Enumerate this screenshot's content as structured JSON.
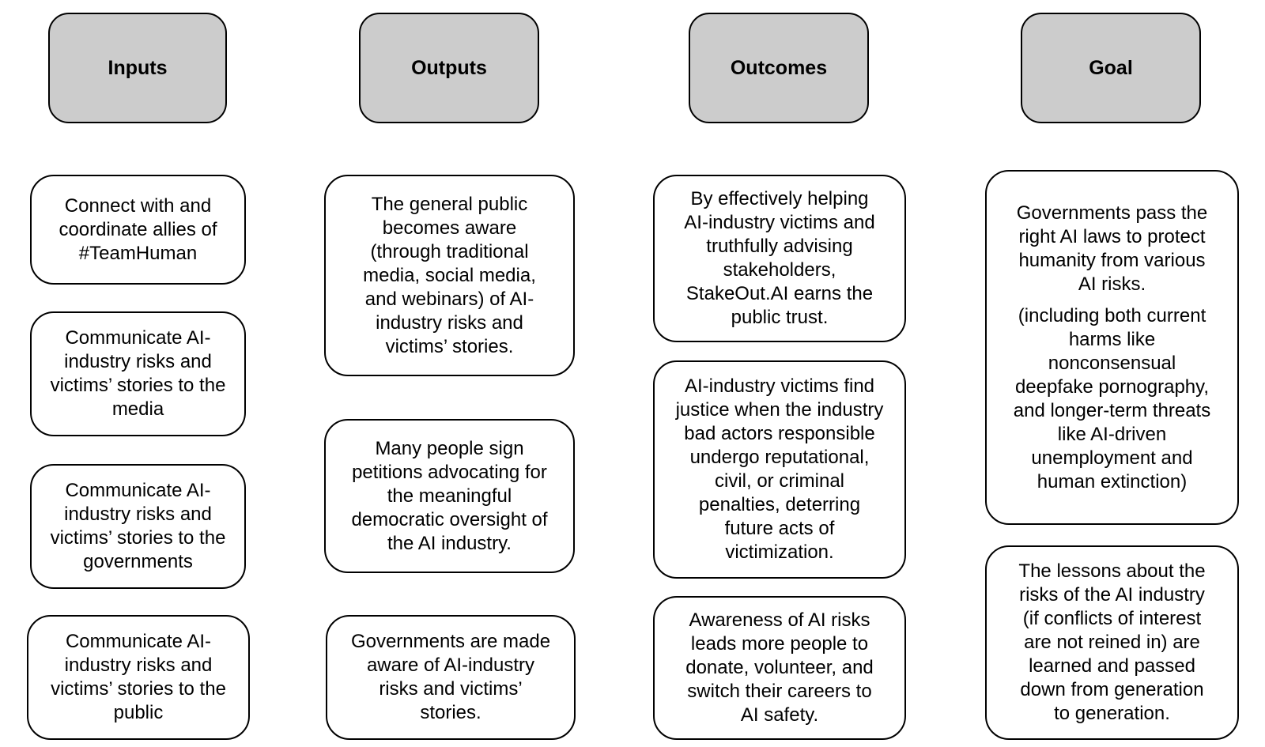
{
  "headers": {
    "inputs": "Inputs",
    "outputs": "Outputs",
    "outcomes": "Outcomes",
    "goal": "Goal"
  },
  "inputs": {
    "connect": "Connect with and coordinate allies of #TeamHuman",
    "media": "Communicate AI-industry risks and victims’ stories to the media",
    "governments": "Communicate AI-industry risks and victims’ stories to the governments",
    "public": "Communicate AI-industry risks and victims’ stories to the public"
  },
  "outputs": {
    "aware": "The general public becomes aware (through traditional media, social media, and webinars) of AI-industry risks and victims’ stories.",
    "petitions": "Many people sign petitions advocating for the meaningful democratic oversight of the AI industry.",
    "governments": "Governments are made aware of AI-industry risks and victims’ stories."
  },
  "outcomes": {
    "trust": "By effectively helping AI-industry victims and truthfully advising stakeholders, StakeOut.AI earns the public trust.",
    "justice": "AI-industry victims find justice when the industry bad actors responsible undergo reputational, civil, or criminal penalties, deterring future acts of victimization.",
    "awareness": "Awareness of AI risks leads more people to donate, volunteer, and switch their careers to AI safety."
  },
  "goal": {
    "laws": "Governments pass the right AI laws to protect humanity from various AI risks.",
    "laws_detail": "(including both current harms like nonconsensual deepfake pornography, and longer-term threats like AI-driven unemployment and human extinction)",
    "lessons": "The lessons about the risks of the AI industry (if conflicts of interest are not reined in) are learned and passed down from generation to generation."
  }
}
